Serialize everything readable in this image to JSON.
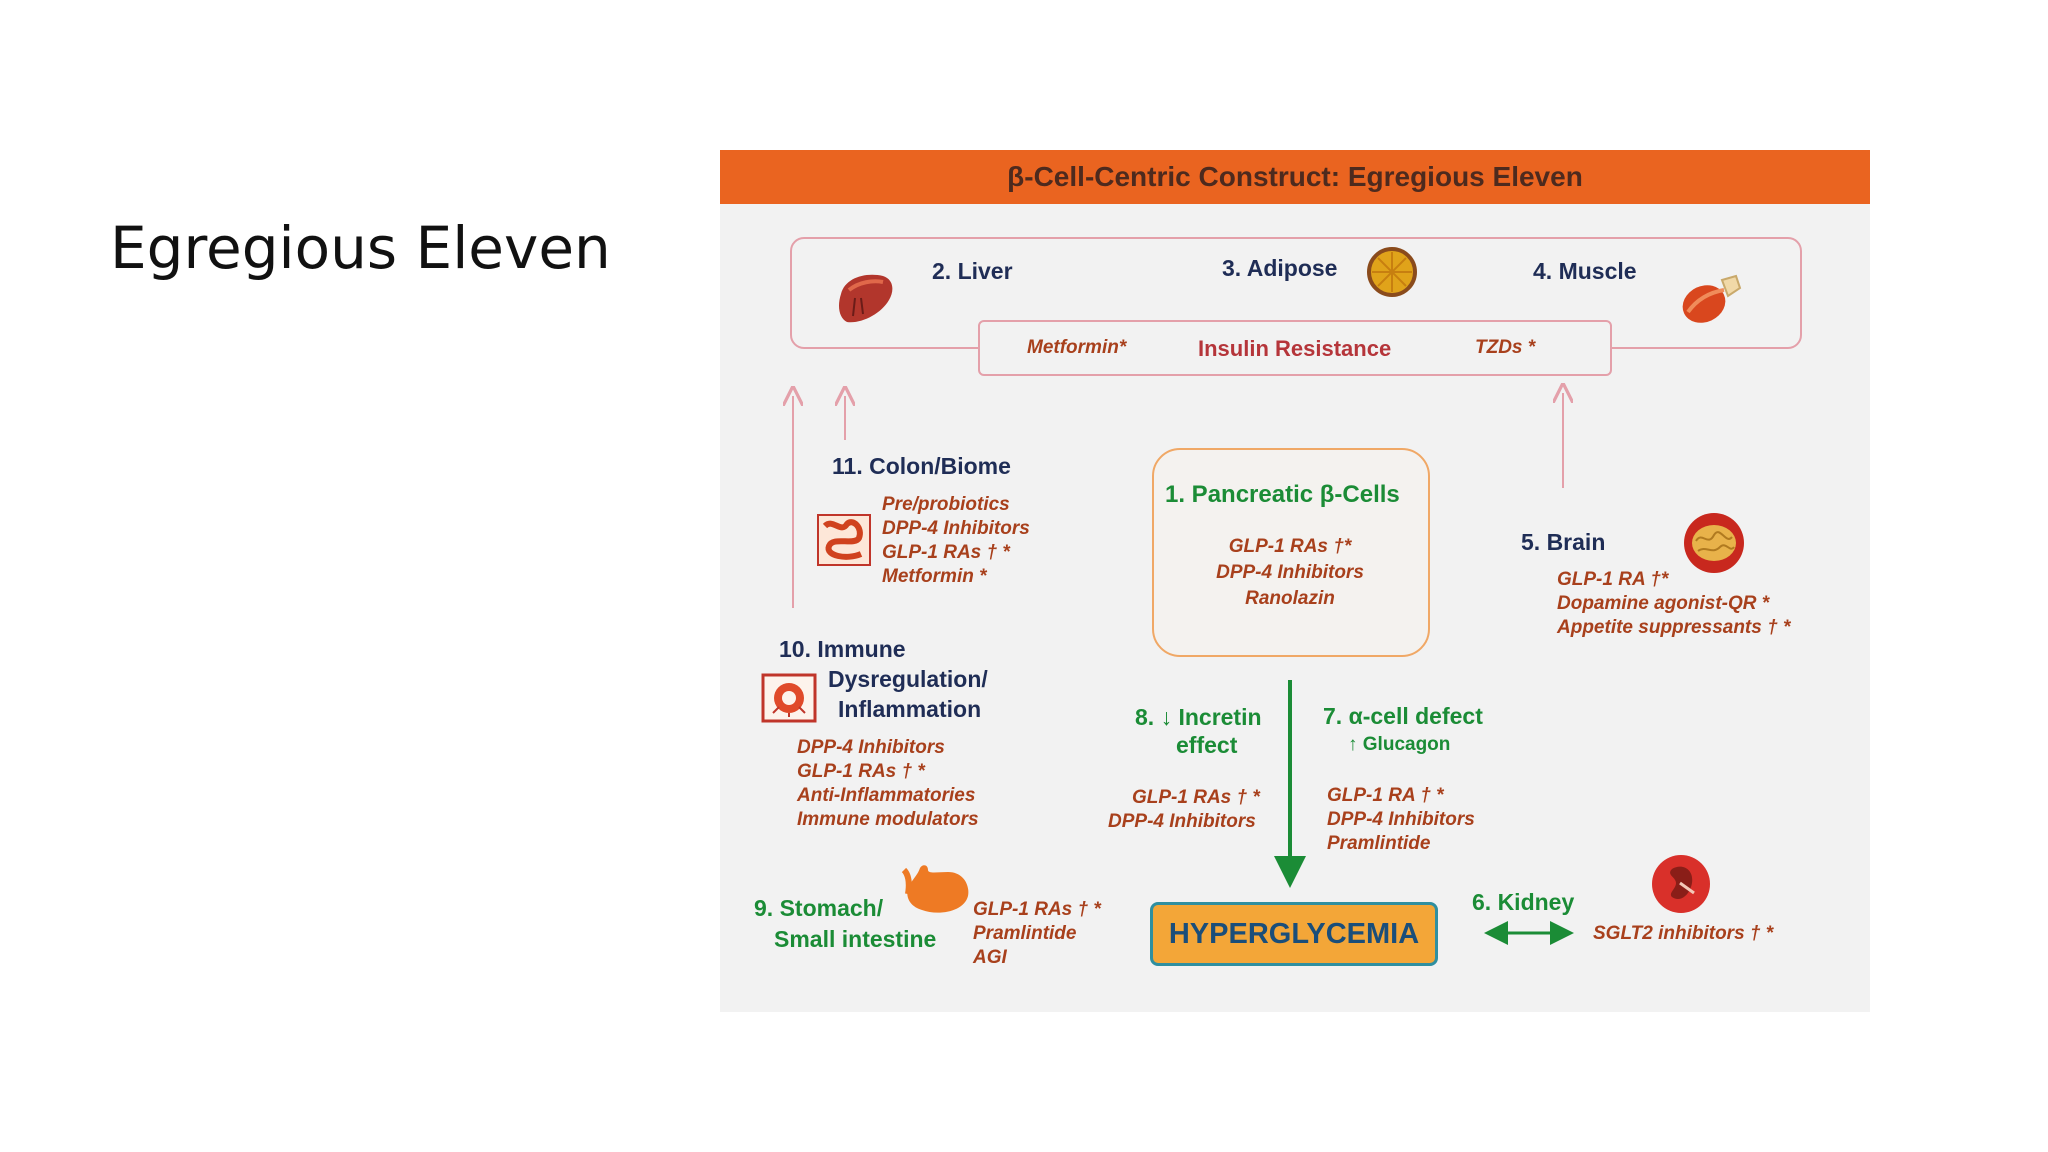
{
  "slide": {
    "title": "Egregious Eleven"
  },
  "figure": {
    "banner": "β-Cell-Centric Construct: Egregious Eleven",
    "liver": {
      "label": "2. Liver"
    },
    "adipose": {
      "label": "3. Adipose"
    },
    "muscle": {
      "label": "4. Muscle"
    },
    "insulin_resistance": {
      "left_drug": "Metformin*",
      "label": "Insulin Resistance",
      "right_drug": "TZDs *"
    },
    "colon": {
      "label": "11. Colon/Biome",
      "drugs": [
        "Pre/probiotics",
        "DPP-4 Inhibitors",
        "GLP-1 RAs † *",
        "Metformin *"
      ]
    },
    "beta_cells": {
      "label": "1. Pancreatic β-Cells",
      "drugs": [
        "GLP-1 RAs †*",
        "DPP-4 Inhibitors",
        "Ranolazin"
      ]
    },
    "brain": {
      "label": "5. Brain",
      "drugs": [
        "GLP-1 RA †*",
        "Dopamine agonist-QR *",
        "Appetite suppressants † *"
      ]
    },
    "immune": {
      "label_1": "10. Immune",
      "label_2": "Dysregulation/",
      "label_3": "Inflammation",
      "drugs": [
        "DPP-4 Inhibitors",
        "GLP-1 RAs † *",
        "Anti-Inflammatories",
        "Immune modulators"
      ]
    },
    "incretin": {
      "label_1": "8. ↓ Incretin",
      "label_2": "effect",
      "drugs": [
        "GLP-1 RAs † *",
        "DPP-4 Inhibitors"
      ]
    },
    "alpha": {
      "label_1": "7. α-cell defect",
      "label_2": "↑ Glucagon",
      "drugs": [
        "GLP-1 RA † *",
        "DPP-4 Inhibitors",
        "Pramlintide"
      ]
    },
    "stomach": {
      "label_1": "9. Stomach/",
      "label_2": "Small intestine",
      "drugs": [
        "GLP-1 RAs † *",
        "Pramlintide",
        "AGI"
      ]
    },
    "hyperglycemia": {
      "label": "HYPERGLYCEMIA"
    },
    "kidney": {
      "label": "6.  Kidney",
      "drug": "SGLT2 inhibitors † *"
    },
    "colors": {
      "banner": "#ea6420",
      "green": "#1b8c36",
      "navy": "#1f2d56",
      "drug_text": "#a8401c",
      "pink_line": "#e4a0aa",
      "hyper_fill": "#f3a638"
    },
    "icons": [
      "liver-icon",
      "adipose-cell-icon",
      "muscle-icon",
      "intestine-icon",
      "brain-icon",
      "immune-cell-icon",
      "stomach-icon",
      "kidney-icon"
    ]
  }
}
